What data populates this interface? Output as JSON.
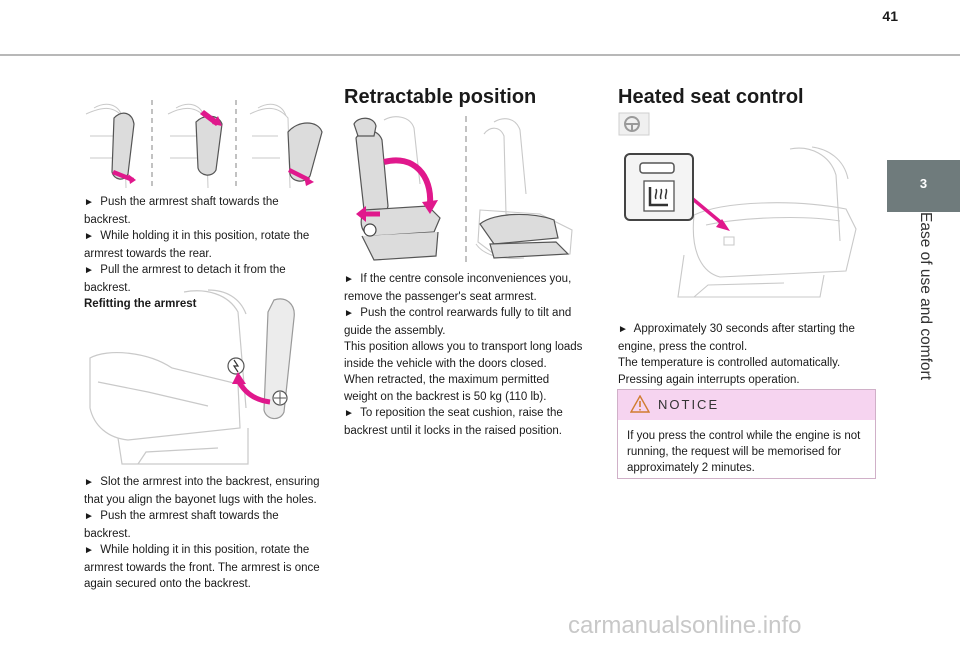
{
  "page": {
    "number": "41",
    "chapter_number": "3",
    "chapter_title": "Ease of use and comfort",
    "watermark": "carmanualsonline.info"
  },
  "col1": {
    "steps_a": [
      "Push the armrest shaft towards the backrest.",
      "While holding it in this position, rotate the armrest towards the rear.",
      "Pull the armrest to detach it from the backrest."
    ],
    "subheading": "Refitting the armrest",
    "steps_b": [
      "Slot the armrest into the backrest, ensuring that you align the bayonet lugs with the holes.",
      "Push the armrest shaft towards the backrest.",
      "While holding it in this position, rotate the armrest towards the front. The armrest is once again secured onto the backrest."
    ]
  },
  "col2": {
    "heading": "Retractable position",
    "step1": "If the centre console inconveniences you, remove the passenger's seat armrest.",
    "step2": "Push the control rearwards fully to tilt and guide the assembly.",
    "para1": "This position allows you to transport long loads inside the vehicle with the doors closed.",
    "para2": "When retracted, the maximum permitted weight on the backrest is 50 kg (110 lb).",
    "step3": "To reposition the seat cushion, raise the backrest until it locks in the raised position."
  },
  "col3": {
    "heading": "Heated seat control",
    "step1": "Approximately 30 seconds after starting the engine, press the control.",
    "para1": "The temperature is controlled automatically.",
    "para2": "Pressing again interrupts operation.",
    "notice_title": "NOTICE",
    "notice_text": "If you press the control while the engine is not running, the request will be memorised for approximately 2 minutes."
  },
  "bullet": "►",
  "colors": {
    "accent_pink": "#e0188c",
    "tab_gray": "#6f7b7c",
    "notice_bg": "#f6d4f0"
  }
}
